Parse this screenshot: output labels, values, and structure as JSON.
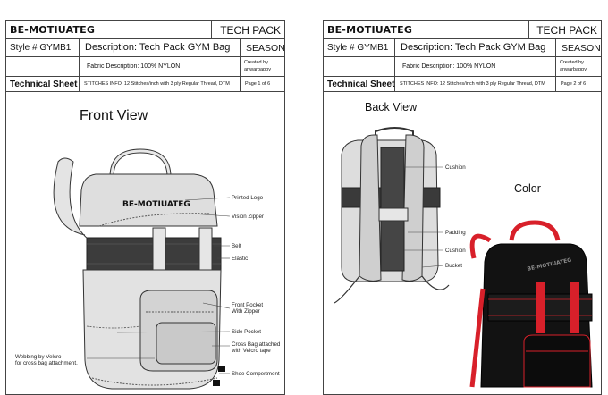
{
  "pages": [
    {
      "brand": "BE-MOTIUATEG",
      "doc_type": "TECH PACK",
      "style": "Style # GYMB1",
      "description": "Description: Tech Pack GYM Bag",
      "season": "SEASON",
      "fabric": "Fabric Description: 100% NYLON",
      "created_by": "Created by",
      "author": "anwarbappy",
      "section": "Technical Sheet",
      "stitches": "STITCHES INFO: 12 Stitches/inch with 3 ply Regular Thread, DTM",
      "page_no": "Page 1 of 6",
      "view_title": "Front View",
      "callouts": {
        "printed_logo": "Printed Logo",
        "vision_zipper": "Vision Zipper",
        "belt": "Belt",
        "elastic": "Elastic",
        "front_pocket": "Front Pocket",
        "with_zipper": "With Zipper",
        "side_pocket": "Side Pocket",
        "cross_bag_1": "Cross Bag attached",
        "cross_bag_2": "with Velcro tape",
        "shoe_compartment": "Shoe Compertment",
        "webbing_1": "Webbing by Velcro",
        "webbing_2": "for cross bag attachment."
      },
      "bag_print": "BE-MOTIUATEG"
    },
    {
      "brand": "BE-MOTIUATEG",
      "doc_type": "TECH PACK",
      "style": "Style # GYMB1",
      "description": "Description: Tech Pack GYM Bag",
      "season": "SEASON",
      "fabric": "Fabric Description: 100% NYLON",
      "created_by": "Created by",
      "author": "anwarbappy",
      "section": "Technical Sheet",
      "stitches": "STITCHES INFO: 12 Stitches/inch with 3 ply Regular Thread, DTM",
      "page_no": "Page 2 of 6",
      "view_title": "Back View",
      "color_title": "Color",
      "callouts": {
        "cushion_top": "Cushion",
        "padding": "Padding",
        "cushion_bottom": "Cushion",
        "bucket": "Bucket"
      },
      "bag_print": "BE-MOTIUATEG"
    }
  ],
  "colors": {
    "bag_light": "#dcdcdc",
    "bag_dark": "#3a3a3a",
    "accent_red": "#d8202a",
    "black": "#121212"
  }
}
